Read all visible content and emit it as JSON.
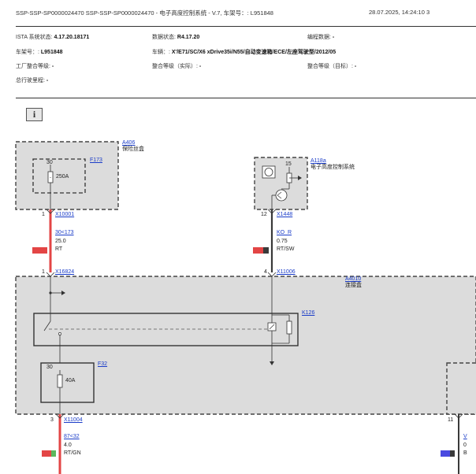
{
  "header": {
    "title": "SSP-SSP-SP0000024470 SSP-SSP-SP0000024470 - 电子高度控制系统 - V.7, 车架号：: L951848",
    "datetime": "28.07.2025, 14:24:10 3"
  },
  "meta": {
    "ista_label": "ISTA 系统状态: ",
    "ista_value": "4.17.20.18171",
    "data_label": "数据状态: ",
    "data_value": "R4.17.20",
    "prog_label": "编程数据: ",
    "prog_value": "-",
    "vin_label": "车架号：: ",
    "vin_value": "L951848",
    "vehicle_label": "车辆：: ",
    "vehicle_value": "X'/E71/SC/X6 xDrive35i/N55/自动变速箱/ECE/左座驾驶型/2012/05",
    "factory_label": "工厂整合等级: ",
    "factory_value": "-",
    "actual_label": "整合等级（实际）: ",
    "actual_value": "-",
    "target_label": "整合等级（目标）: ",
    "target_value": "-",
    "mileage_label": "总行驶里程: ",
    "mileage_value": "-"
  },
  "info_icon": "i",
  "diagram": {
    "a406": {
      "id": "A406",
      "name": "保险丝盒"
    },
    "f173": {
      "id": "F173",
      "pin": "30",
      "rating": "250A"
    },
    "a118a": {
      "id": "A118a",
      "name": "电子高度控制系统",
      "pin": "15"
    },
    "a4010": {
      "id": "A4010",
      "name": "连接盒"
    },
    "k126": {
      "id": "K126"
    },
    "f32": {
      "id": "F32",
      "pin": "30",
      "rating": "40A"
    },
    "connectors": {
      "x10001": {
        "pin": "1",
        "id": "X10001"
      },
      "x1448": {
        "pin": "12",
        "id": "X1448"
      },
      "x16824": {
        "pin": "1",
        "id": "X16824"
      },
      "x11006": {
        "pin": "4",
        "id": "X11006"
      },
      "x11004": {
        "pin": "3",
        "id": "X11004"
      },
      "right_edge": {
        "pin": "11"
      }
    },
    "wires": {
      "w1": {
        "name": "30<173",
        "size": "25.0",
        "color": "RT"
      },
      "w2": {
        "name": "KO_R",
        "size": "0.75",
        "color": "RT/SW"
      },
      "w3": {
        "name": "87<32",
        "size": "4.0",
        "color": "RT/GN"
      },
      "w4": {
        "name": "V",
        "size": "0",
        "color": "B"
      }
    },
    "colors": {
      "red": "#e34545",
      "black": "#3a3a3a",
      "green": "#5cb85c",
      "blue": "#4a4ae0",
      "box_fill": "#dcdcdc"
    }
  }
}
